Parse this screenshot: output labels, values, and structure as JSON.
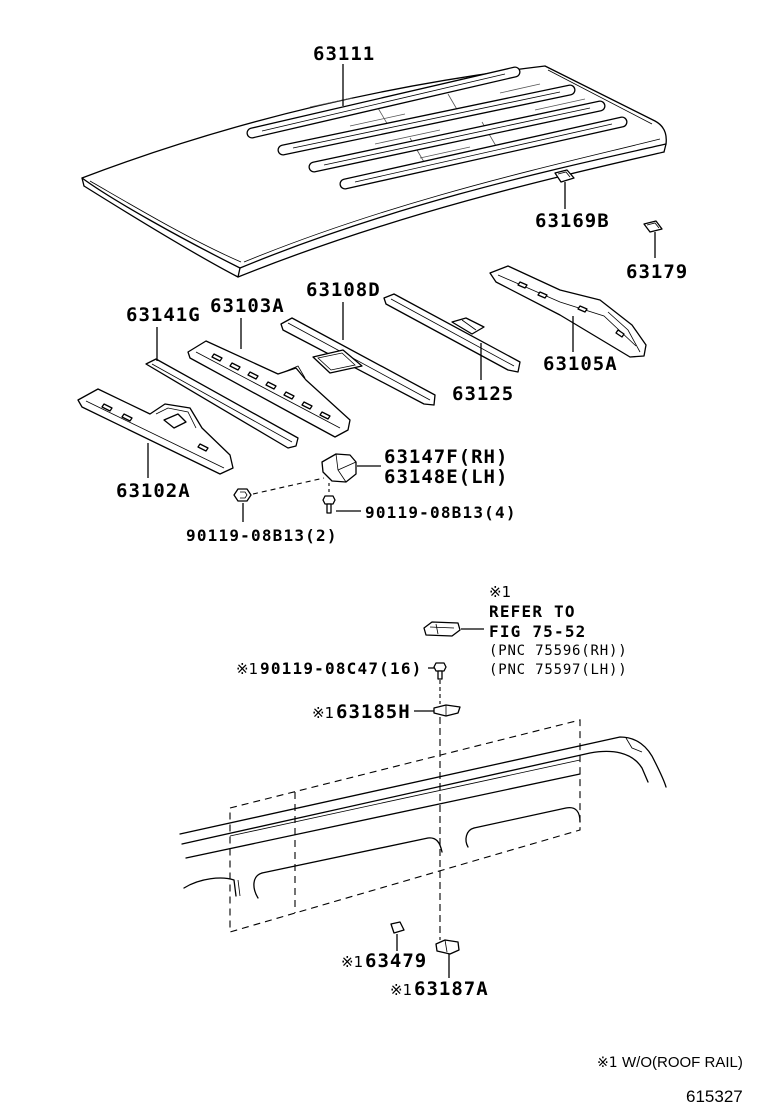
{
  "callouts": {
    "roof_panel": "63111",
    "roof_pad_front": "63169B",
    "roof_pad_rear": "63179",
    "strip": "63141G",
    "bow_front": "63103A",
    "bow_center": "63108D",
    "rail_inner": "63125",
    "bow_rear": "63105A",
    "header": "63102A",
    "bracket_rh": "63147F(RH)",
    "bracket_lh": "63148E(LH)",
    "bolt_qty4": "90119-08B13(4)",
    "bolt_qty2": "90119-08B13(2)"
  },
  "note_mark": "※1",
  "reference": {
    "line1": "REFER TO",
    "line2": "FIG 75-52",
    "pnc_rh": "(PNC 75596(RH))",
    "pnc_lh": "(PNC 75597(LH))"
  },
  "rail_callouts": {
    "bolt_qty16": "90119-08C47(16)",
    "clip_upper": "63185H",
    "pad": "63479",
    "clip_lower": "63187A"
  },
  "footnote": {
    "mark": "※1",
    "text": "W/O(ROOF RAIL)"
  },
  "figure_id": "615327"
}
